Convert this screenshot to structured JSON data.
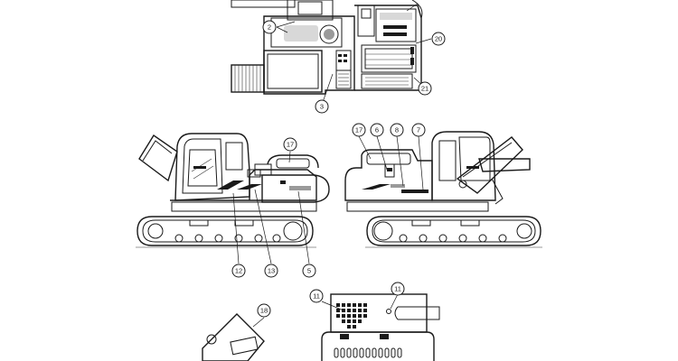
{
  "callouts": {
    "top_2": "2",
    "top_3": "3",
    "top_20": "20",
    "top_21": "21",
    "left_17": "17",
    "left_12": "12",
    "left_13": "13",
    "left_5": "5",
    "right_17": "17",
    "right_6": "6",
    "right_8": "8",
    "right_7": "7",
    "bottom_18": "18",
    "bottom_11a": "11",
    "bottom_11b": "11"
  }
}
